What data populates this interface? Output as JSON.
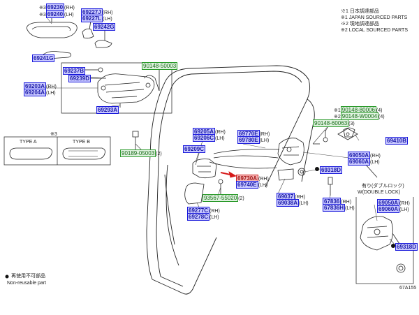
{
  "legend": {
    "jp_origin": "※1 日本調達部品",
    "jp_origin_en": "※1 JAPAN SOURCED PARTS",
    "local_origin": "※2 現地調達部品",
    "local_origin_en": "※2 LOCAL SOURCED PARTS"
  },
  "footer": {
    "nonreuse_jp": "再使用不可部品",
    "nonreuse_en": "Non-reusable part",
    "diagram_code": "67A155"
  },
  "labels": {
    "type_a": "TYPE A",
    "type_b": "TYPE B",
    "type_mark": "※3",
    "double_lock_jp": "有り(ダブルロック)",
    "double_lock_en": "W(DOUBLE LOCK)"
  },
  "parts": {
    "p69230": {
      "prefix": "※3",
      "code": "69230",
      "suffix": "(RH)"
    },
    "p69240": {
      "prefix": "※3",
      "code": "69240",
      "suffix": "(LH)"
    },
    "p69227J": {
      "code": "69227J",
      "suffix": "(RH)"
    },
    "p69227L": {
      "code": "69227L",
      "suffix": "(LH)"
    },
    "p69242G": {
      "code": "69242G",
      "suffix": ""
    },
    "p69241G": {
      "code": "69241G",
      "suffix": ""
    },
    "p69237B": {
      "code": "69237B",
      "suffix": ""
    },
    "p69239D": {
      "code": "69239D",
      "suffix": ""
    },
    "p90148_50003": {
      "code": "90148-50003",
      "suffix": ""
    },
    "p69203A": {
      "code": "69203A",
      "suffix": "(RH)"
    },
    "p69204A": {
      "code": "69204A",
      "suffix": "(LH)"
    },
    "p69293A": {
      "code": "69293A",
      "suffix": ""
    },
    "p69205A": {
      "code": "69205A",
      "suffix": "(RH)"
    },
    "p69206C": {
      "code": "69206C",
      "suffix": "(LH)"
    },
    "p69209C": {
      "code": "69209C",
      "suffix": ""
    },
    "p90189_05003": {
      "code": "90189-05003",
      "suffix": "(2)"
    },
    "p69770E": {
      "code": "69770E",
      "suffix": "(RH)"
    },
    "p69780E": {
      "code": "69780E",
      "suffix": "(LH)"
    },
    "p90148_80006": {
      "prefix": "※1",
      "code": "90148-80006",
      "suffix": "(4)"
    },
    "p90148_W0004": {
      "prefix": "※2",
      "code": "90148-W0004",
      "suffix": "(4)"
    },
    "p90148_60063": {
      "code": "90148-60063",
      "suffix": "(3)"
    },
    "p69410B": {
      "code": "69410B",
      "suffix": ""
    },
    "p69050A": {
      "code": "69050A",
      "suffix": "(RH)"
    },
    "p69060A": {
      "code": "69060A",
      "suffix": "(LH)"
    },
    "p69318D": {
      "code": "69318D",
      "suffix": ""
    },
    "p69730A": {
      "code": "69730A",
      "suffix": "(RH)"
    },
    "p69740E": {
      "code": "69740E",
      "suffix": "(LH)"
    },
    "p93567_55020": {
      "code": "93567-55020",
      "suffix": "(2)"
    },
    "p69277C": {
      "code": "69277C",
      "suffix": "(RH)"
    },
    "p69278C": {
      "code": "69278C",
      "suffix": "(LH)"
    },
    "p69037": {
      "code": "69037",
      "suffix": "(RH)"
    },
    "p69038A": {
      "code": "69038A",
      "suffix": "(LH)"
    },
    "p67836": {
      "code": "67836",
      "suffix": "(RH)"
    },
    "p67836H": {
      "code": "67836H",
      "suffix": "(LH)"
    },
    "p69050A_2": {
      "code": "69050A",
      "suffix": "(RH)"
    },
    "p69060A_2": {
      "code": "69060A",
      "suffix": "(LH)"
    },
    "p69318D_2": {
      "code": "69318D",
      "suffix": ""
    }
  }
}
